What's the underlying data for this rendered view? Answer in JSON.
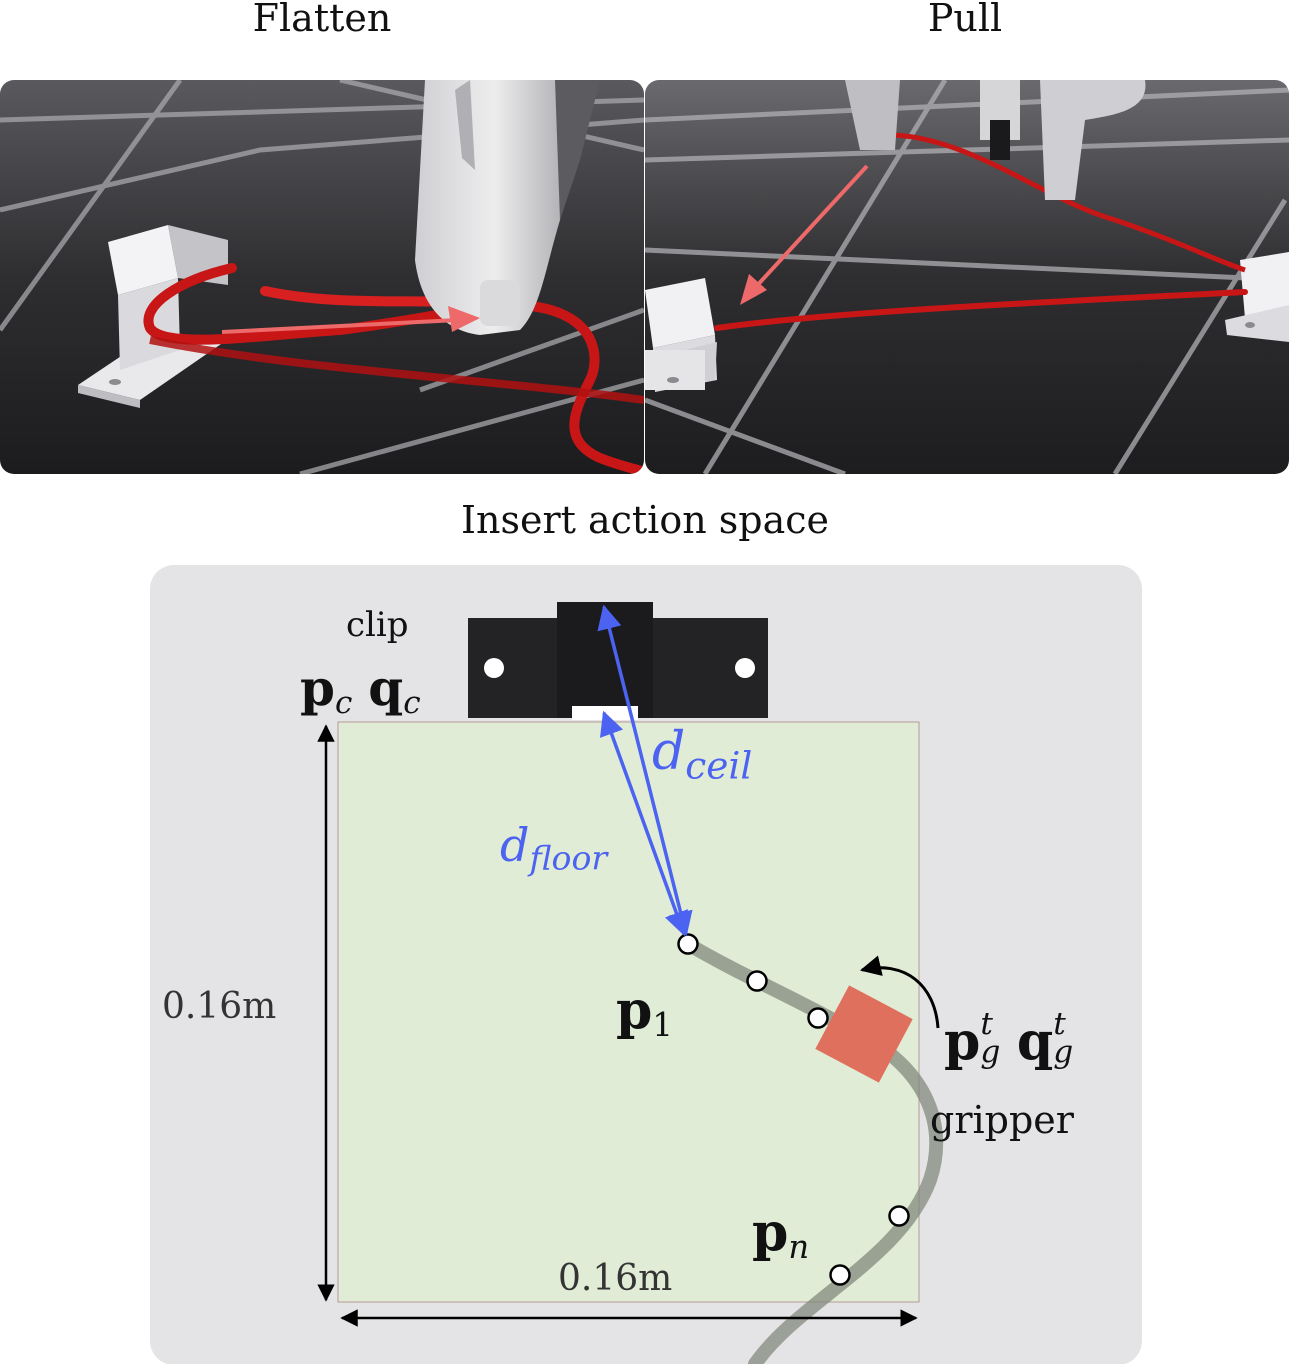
{
  "panels": {
    "flatten_title": "Flatten",
    "pull_title": "Pull",
    "insert_title": "Insert action space"
  },
  "labels": {
    "clip": "clip",
    "gripper": "gripper",
    "height": "0.16m",
    "width": "0.16m",
    "d_ceil_main": "d",
    "d_ceil_sub": "ceil",
    "d_floor_main": "d",
    "d_floor_sub": "floor",
    "p": "p",
    "q": "q",
    "sub_c": "c",
    "sub_1": "1",
    "sub_n": "n",
    "sub_g": "g",
    "sup_t": "t"
  },
  "colors": {
    "cable_red": "#d41e1e",
    "arrow_salmon": "#ee6a6a",
    "annotation_blue": "#4b63f0",
    "workspace_green": "#e0ecd6",
    "panel_gray": "#e4e4e6",
    "gripper_orange": "#e0705e"
  }
}
